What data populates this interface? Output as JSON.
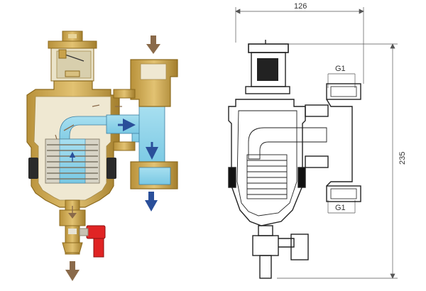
{
  "figure": {
    "dimensions": {
      "overall_width": "126",
      "overall_height": "235",
      "thread_top": "G1",
      "thread_bottom": "G1"
    },
    "flow_arrows": {
      "inlet_direction": "down",
      "outlet_direction": "down",
      "drain_direction": "down"
    },
    "colors": {
      "brass": "#c9a24a",
      "brass_dark": "#8c6a1e",
      "water": "#8fd3ea",
      "flow_arrow_in": "#8a6a4a",
      "flow_arrow_out": "#2a4f9a",
      "drain_handle": "#e02424",
      "line_drawing": "#222222",
      "dimension_line": "#555555"
    }
  }
}
